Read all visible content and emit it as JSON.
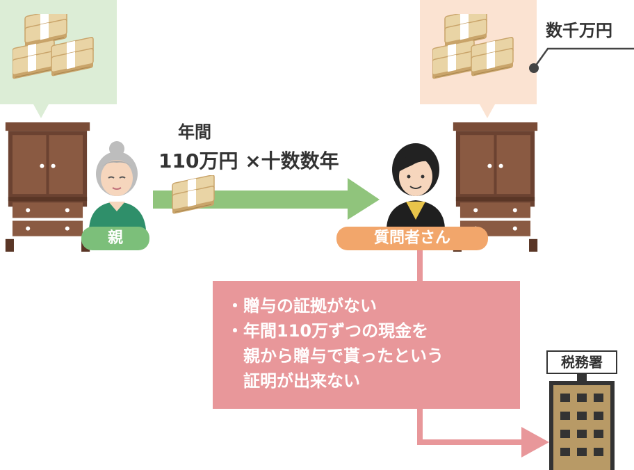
{
  "parent_label": "親",
  "child_label": "質問者さん",
  "annual": {
    "line1": "年間",
    "amount": "110万円",
    "times": "×十数数年"
  },
  "total_label": "数千万円",
  "tax_office_label": "税務署",
  "problems": [
    "・贈与の証拠がない",
    "・年間110万ずつの現金を",
    "　親から贈与で貰ったという",
    "　証明が出来ない"
  ],
  "colors": {
    "parent_bubble": "#dcedd6",
    "child_bubble": "#fbe3d2",
    "parent_pill": "#7cbf7a",
    "child_pill": "#f2a66b",
    "arrow_green": "#90c47c",
    "info_box": "#e8979a",
    "arrow_pink": "#e8979a",
    "cash": "#c9a46a",
    "wardrobe": "#6b4231",
    "tax_building": "#b89a66"
  }
}
